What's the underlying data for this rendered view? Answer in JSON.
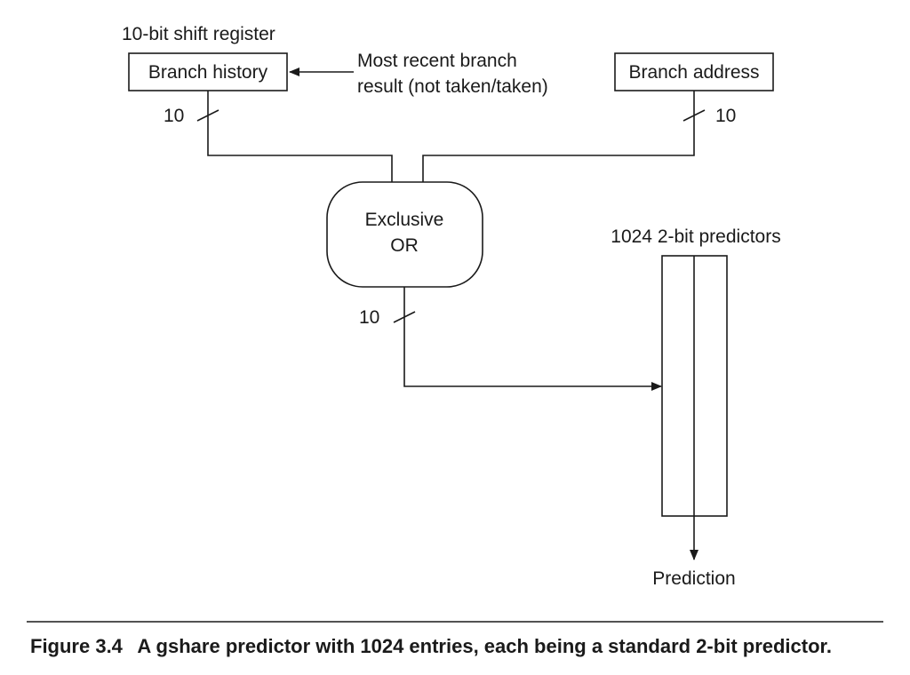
{
  "diagram": {
    "shift_register_label": "10-bit shift register",
    "branch_history": "Branch history",
    "recent_result_line1": "Most recent branch",
    "recent_result_line2": "result (not taken/taken)",
    "branch_address": "Branch address",
    "bits_history": "10",
    "bits_address": "10",
    "xor_line1": "Exclusive",
    "xor_line2": "OR",
    "bits_xor": "10",
    "predictors_label": "1024 2-bit predictors",
    "prediction": "Prediction"
  },
  "caption": {
    "number": "Figure 3.4",
    "text": "A gshare predictor with 1024 entries, each being a standard 2-bit predictor."
  }
}
